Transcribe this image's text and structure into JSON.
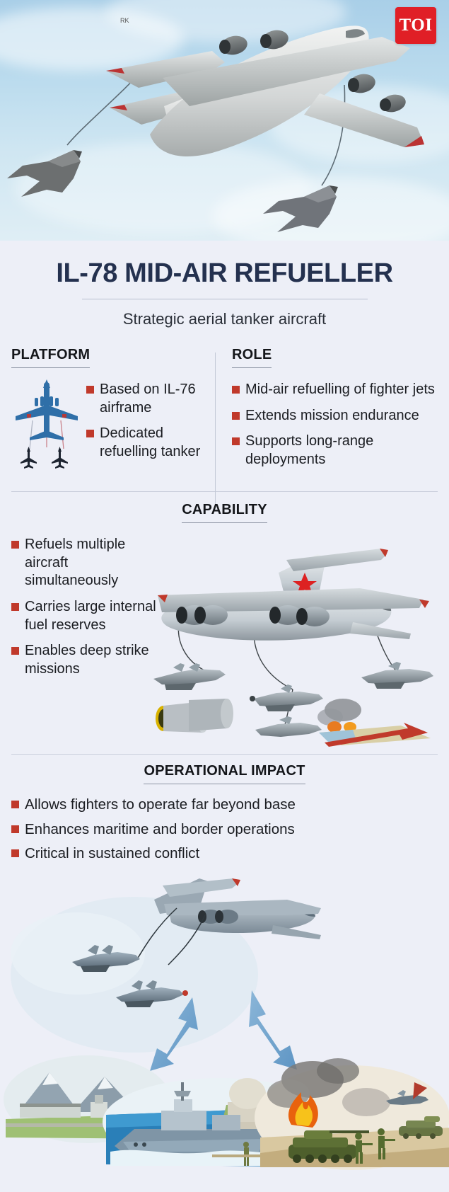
{
  "brand": {
    "logo_text": "TOI",
    "logo_color": "#e01f26"
  },
  "header": {
    "title": "IL-78 MID-AIR REFUELLER",
    "subtitle": "Strategic aerial tanker aircraft"
  },
  "theme": {
    "background": "#edeff7",
    "title_color": "#24314f",
    "bullet_color": "#c0392b",
    "accent_blue": "#2f6fa8"
  },
  "sections": {
    "platform": {
      "heading": "PLATFORM",
      "icon": "tanker-plane-top-view-icon",
      "bullets": [
        "Based on IL-76 airframe",
        "Dedicated refuelling tanker"
      ]
    },
    "role": {
      "heading": "ROLE",
      "bullets": [
        "Mid-air refuelling of fighter jets",
        "Extends mission endurance",
        "Supports long-range deployments"
      ]
    },
    "capability": {
      "heading": "CAPABILITY",
      "bullets": [
        "Refuels multiple aircraft simultaneously",
        "Carries large internal fuel reserves",
        "Enables deep strike missions"
      ]
    },
    "operational_impact": {
      "heading": "OPERATIONAL IMPACT",
      "bullets": [
        "Allows fighters to operate far beyond base",
        "Enhances maritime and border operations",
        "Critical in sustained conflict"
      ]
    }
  },
  "images": {
    "hero": "il-78-refuelling-two-fighter-jets-photo",
    "capability": "il-78-tanker-refuelling-multiple-fighters-illustration",
    "bottom": "tanker-supporting-airbase-naval-and-ground-operations-illustration"
  }
}
